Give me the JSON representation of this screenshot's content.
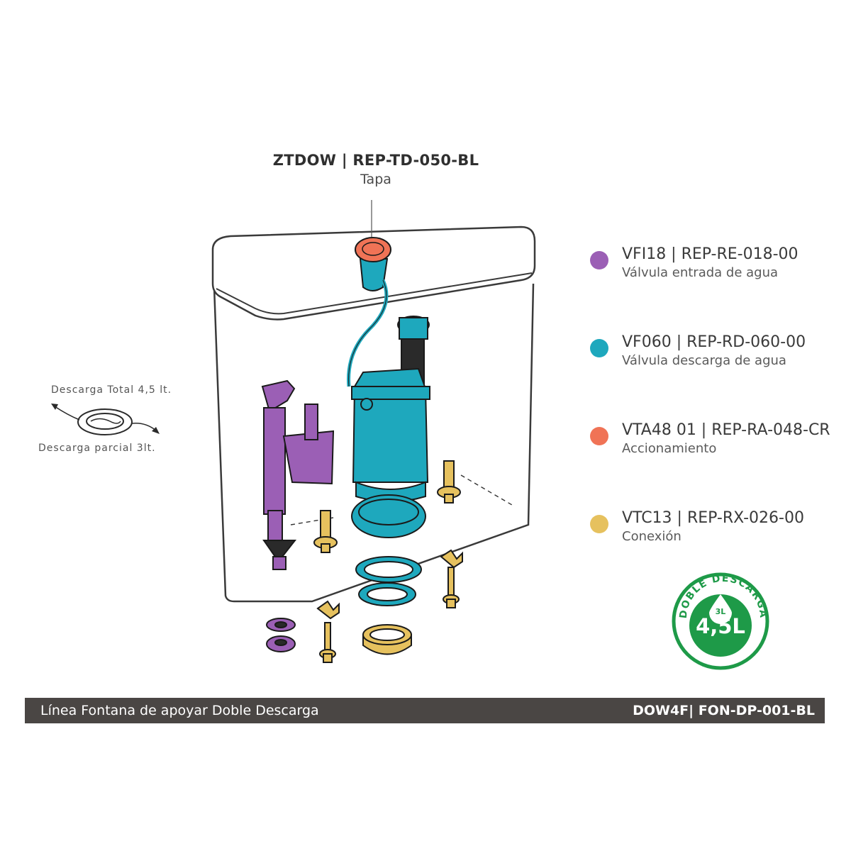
{
  "top_part": {
    "code": "ZTDOW | REP-TD-050-BL",
    "name": "Tapa"
  },
  "legend": [
    {
      "code": "VFI18 | REP-RE-018-00",
      "desc": "Válvula entrada de agua",
      "color": "#9b5fb5"
    },
    {
      "code": "VF060 | REP-RD-060-00",
      "desc": "Válvula descarga de agua",
      "color": "#1ea8bd"
    },
    {
      "code": "VTA48 01 | REP-RA-048-CR",
      "desc": "Accionamiento",
      "color": "#f07356"
    },
    {
      "code": "VTC13 | REP-RX-026-00",
      "desc": "Conexión",
      "color": "#e6c15e"
    }
  ],
  "flush_button": {
    "total_label": "Descarga Total 4,5 lt.",
    "partial_label": "Descarga parcial 3lt."
  },
  "badge": {
    "arc_text": "DOBLE DESCARGA",
    "small": "3L",
    "big": "4,5L",
    "color": "#1e9a48"
  },
  "footer": {
    "left": "Línea Fontana de apoyar Doble Descarga",
    "right": "DOW4F| FON-DP-001-BL"
  }
}
